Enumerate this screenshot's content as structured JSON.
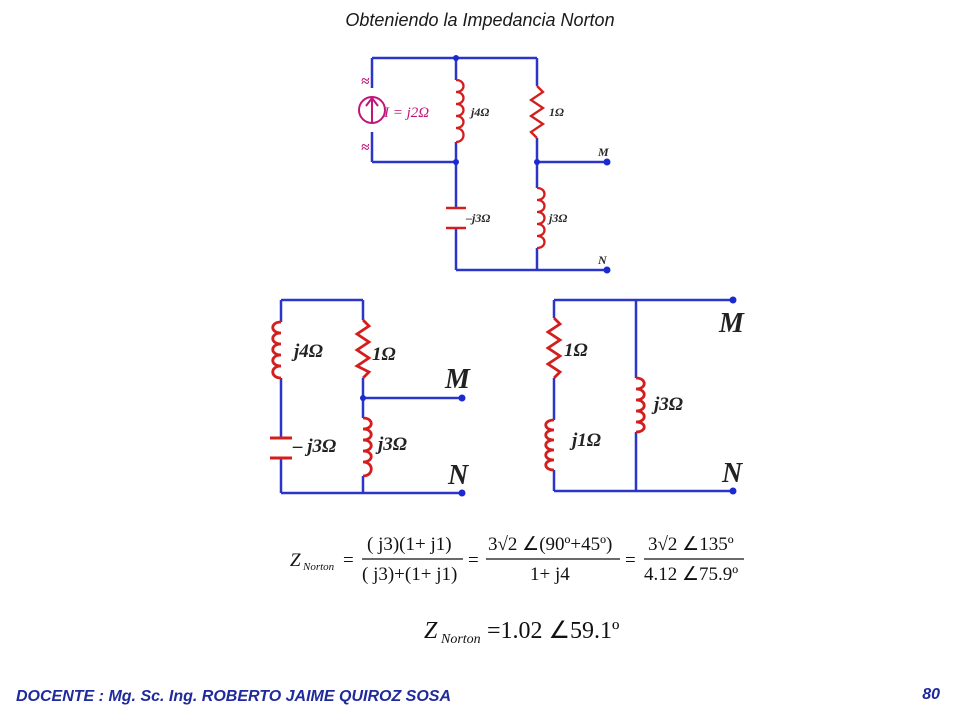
{
  "header": {
    "title": "Obteniendo la Impedancia Norton"
  },
  "footer": {
    "author": "DOCENTE : Mg. Sc. Ing. ROBERTO JAIME QUIROZ SOSA",
    "page": "80"
  },
  "colors": {
    "wire": "#2b36c9",
    "component": "#d41e1e",
    "source": "#c0157a",
    "node": "#1a2ad0"
  },
  "circuit_top": {
    "source_label": "I = j2Ω",
    "source_symbol": "≈",
    "l1": "j4Ω",
    "r1": "1Ω",
    "c1": "–j3Ω",
    "l2": "j3Ω",
    "node_m": "M",
    "node_n": "N"
  },
  "circuit_left": {
    "l1": "j4Ω",
    "r1": "1Ω",
    "c1": "– j3Ω",
    "l2": "j3Ω",
    "node_m": "M",
    "node_n": "N"
  },
  "circuit_right": {
    "r1": "1Ω",
    "l1": "j1Ω",
    "l2": "j3Ω",
    "node_m": "M",
    "node_n": "N"
  },
  "equation1": {
    "z": "Z",
    "z_sub": "Norton",
    "eq": "=",
    "frac1_num": "( j3)(1+ j1)",
    "frac1_den": "( j3)+(1+ j1)",
    "frac2_num": "3√2  ∠(90º+45º)",
    "frac2_den": "1+ j4",
    "frac3_num": "3√2  ∠135º",
    "frac3_den": "4.12  ∠75.9º"
  },
  "equation2": {
    "z": "Z",
    "z_sub": "Norton",
    "rhs": "=1.02  ∠59.1º"
  }
}
